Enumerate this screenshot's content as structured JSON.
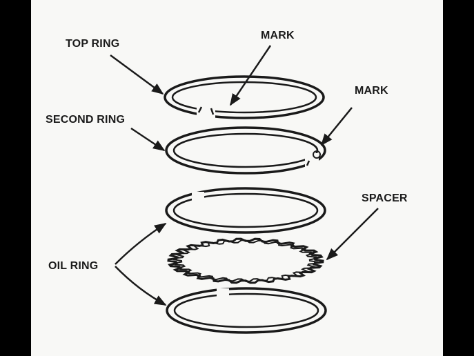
{
  "labels": {
    "top_ring": "TOP RING",
    "mark_1": "MARK",
    "mark_2": "MARK",
    "second_ring": "SECOND RING",
    "spacer": "SPACER",
    "oil_ring": "OIL RING"
  },
  "colors": {
    "ink": "#1a1a1a",
    "paper": "#f8f8f6",
    "letterbox": "#000000"
  }
}
